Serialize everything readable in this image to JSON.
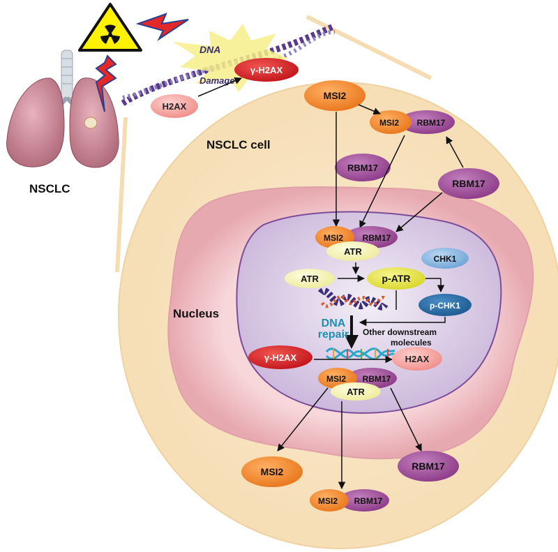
{
  "labels": {
    "nsclc": "NSCLC",
    "nsclc_cell": "NSCLC cell",
    "nucleus": "Nucleus",
    "dna_damage_line1": "DNA",
    "dna_damage_line2": "Damage",
    "dna_repair_line1": "DNA",
    "dna_repair_line2": "repair",
    "other_downstream_line1": "Other downstream",
    "other_downstream_line2": "molecules"
  },
  "molecules": {
    "h2ax": "H2AX",
    "gamma_h2ax": "γ-H2AX",
    "msi2": "MSI2",
    "rbm17": "RBM17",
    "atr": "ATR",
    "p_atr": "p-ATR",
    "chk1": "CHK1",
    "p_chk1": "p-CHK1"
  },
  "colors": {
    "msi2": "#f28a2e",
    "rbm17": "#a04a9a",
    "atr": "#f4f2a8",
    "p_atr": "#e9e84a",
    "chk1": "#7fb2df",
    "p_chk1": "#2a6ea6",
    "gamma_h2ax": "#d81f26",
    "h2ax": "#f7a8a5",
    "cytoplasm": "#f8e2bd",
    "nucleus": "#ddd1ea",
    "nuclear_envelope": "#f2c6c9",
    "hazard": "#fff200",
    "lightning": "#e22828"
  },
  "icons": [
    "radiation-hazard-icon",
    "lightning-bolt-icon",
    "lung-icon",
    "dna-helix-icon"
  ]
}
